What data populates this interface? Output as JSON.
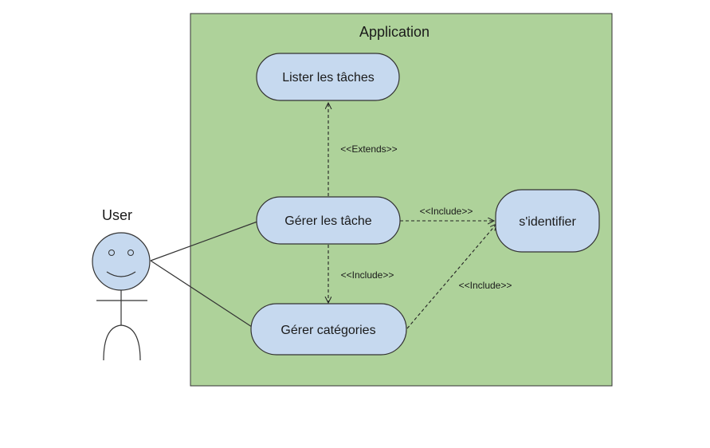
{
  "system": {
    "title": "Application",
    "fill": "#aed29a",
    "stroke": "#333333"
  },
  "actor": {
    "label": "User",
    "fill": "#c6d9ef"
  },
  "use_cases": {
    "lister": "Lister les tâches",
    "gerer_taches": "Gérer les tâche",
    "gerer_categories": "Gérer catégories",
    "identifier": "s'identifier",
    "fill": "#c6d9ef",
    "stroke": "#333333"
  },
  "relations": {
    "extends_label": "<<Extends>>",
    "include_taches_categories": "<<Include>>",
    "include_taches_identifier": "<<Include>>",
    "include_categories_identifier": "<<Include>>"
  }
}
